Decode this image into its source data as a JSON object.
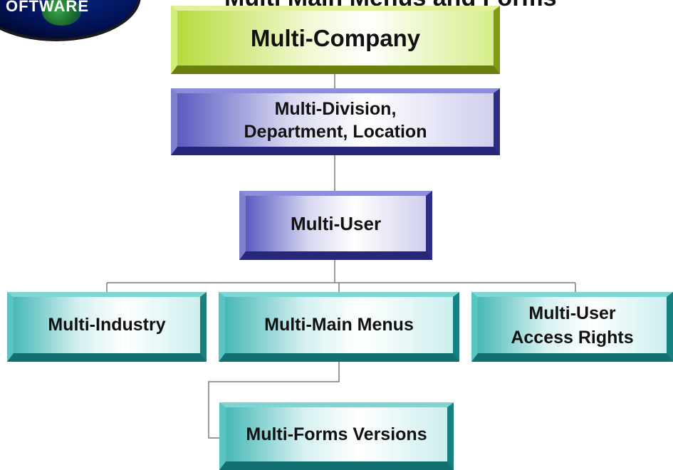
{
  "logo": {
    "text": "OFTWARE"
  },
  "title": "Multi Main Menus and Forms",
  "nodes": {
    "company": "Multi-Company",
    "division": "Multi-Division,\nDepartment, Location",
    "user": "Multi-User",
    "industry": "Multi-Industry",
    "main_menus": "Multi-Main Menus",
    "access_rights": "Multi-User\nAccess Rights",
    "forms_versions": "Multi-Forms Versions"
  }
}
